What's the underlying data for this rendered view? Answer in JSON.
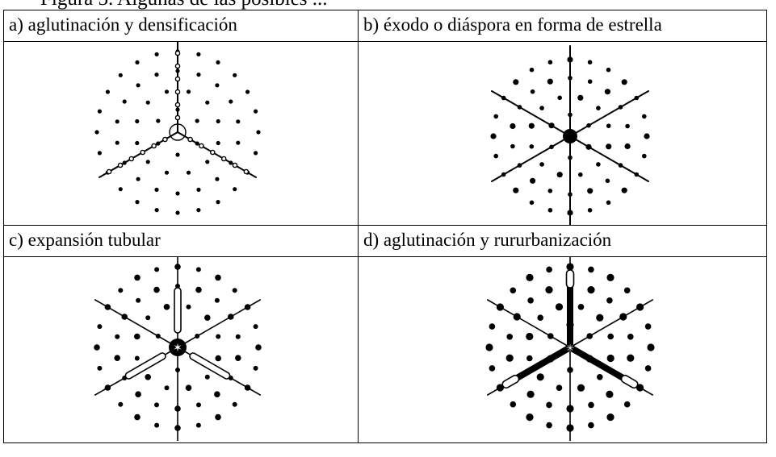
{
  "caption": "Figura 5. Algunas de las posibles ...",
  "panels": [
    {
      "label": "a) aglutinación y densificación",
      "center": "ring",
      "arms": "thin-beaded",
      "dots": "small"
    },
    {
      "label": "b) éxodo o diáspora en forma de estrella",
      "center": "solid",
      "arms": "six-lines",
      "dots": "medium"
    },
    {
      "label": "c) expansión tubular",
      "center": "solid-star",
      "arms": "tubes",
      "dots": "medium"
    },
    {
      "label": "d) aglutinación y rururbanización",
      "center": "star-junction",
      "arms": "thick",
      "dots": "large"
    }
  ]
}
